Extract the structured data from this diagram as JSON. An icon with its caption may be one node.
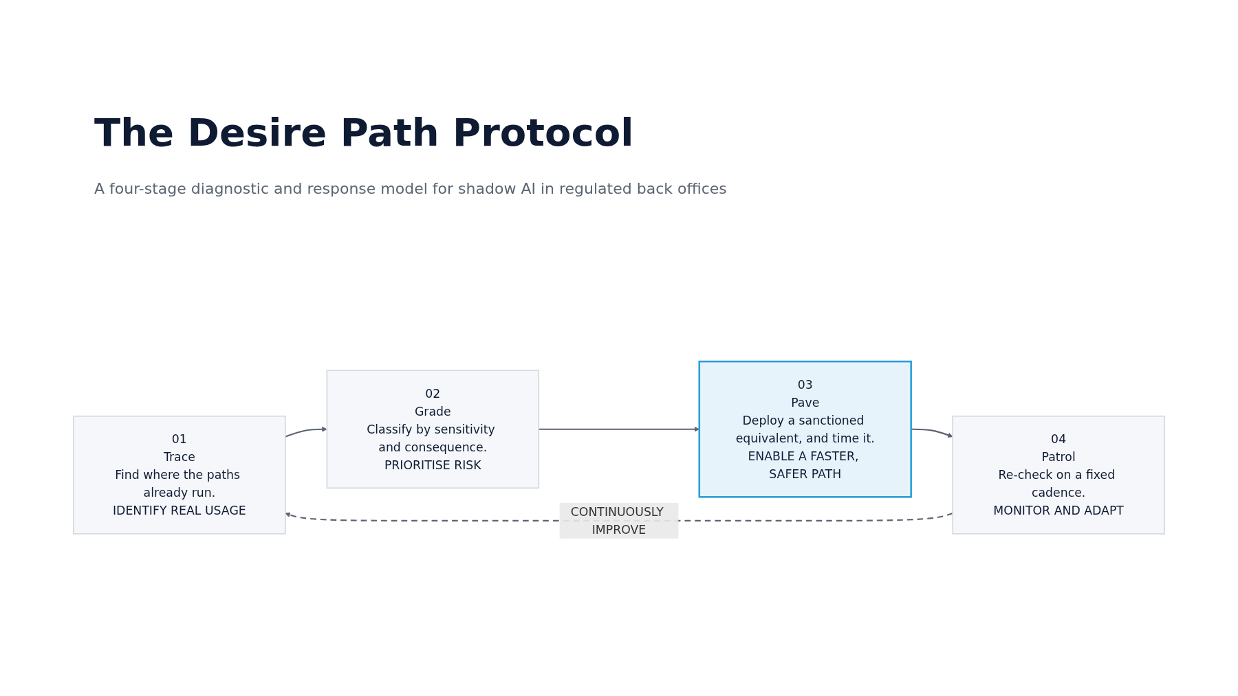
{
  "diagram": {
    "title": "The Desire Path Protocol",
    "nodes": [
      {
        "text": [
          "01",
          "Trace",
          "Find where the paths already run.",
          "IDENTIFY REAL USAGE"
        ]
      },
      {
        "text": [
          "02",
          "Grade",
          "Classify by sensitivity and consequence.",
          "PRIORITISE RISK"
        ]
      },
      {
        "text": [
          "03",
          "Pave",
          "Deploy a sanctioned equivalent, and time it.",
          "ENABLE A FASTER, SAFER PATH"
        ]
      },
      {
        "text": [
          "04",
          "Patrol",
          "Re-check on a fixed cadence.",
          "MONITOR AND ADAPT"
        ]
      }
    ],
    "edges": [
      {
        "from": 0,
        "to": 1,
        "arrow": "to"
      },
      {
        "from": 1,
        "to": 2,
        "arrow": "to"
      },
      {
        "from": 2,
        "to": 3,
        "arrow": "to"
      },
      {
        "from": 3,
        "to": 0,
        "arrow": "to",
        "label": "CONTINUOUSLY IMPROVE",
        "style": "dashed"
      }
    ],
    "labels": [
      "A four-stage diagnostic and response model for shadow AI in regulated back offices"
    ]
  }
}
